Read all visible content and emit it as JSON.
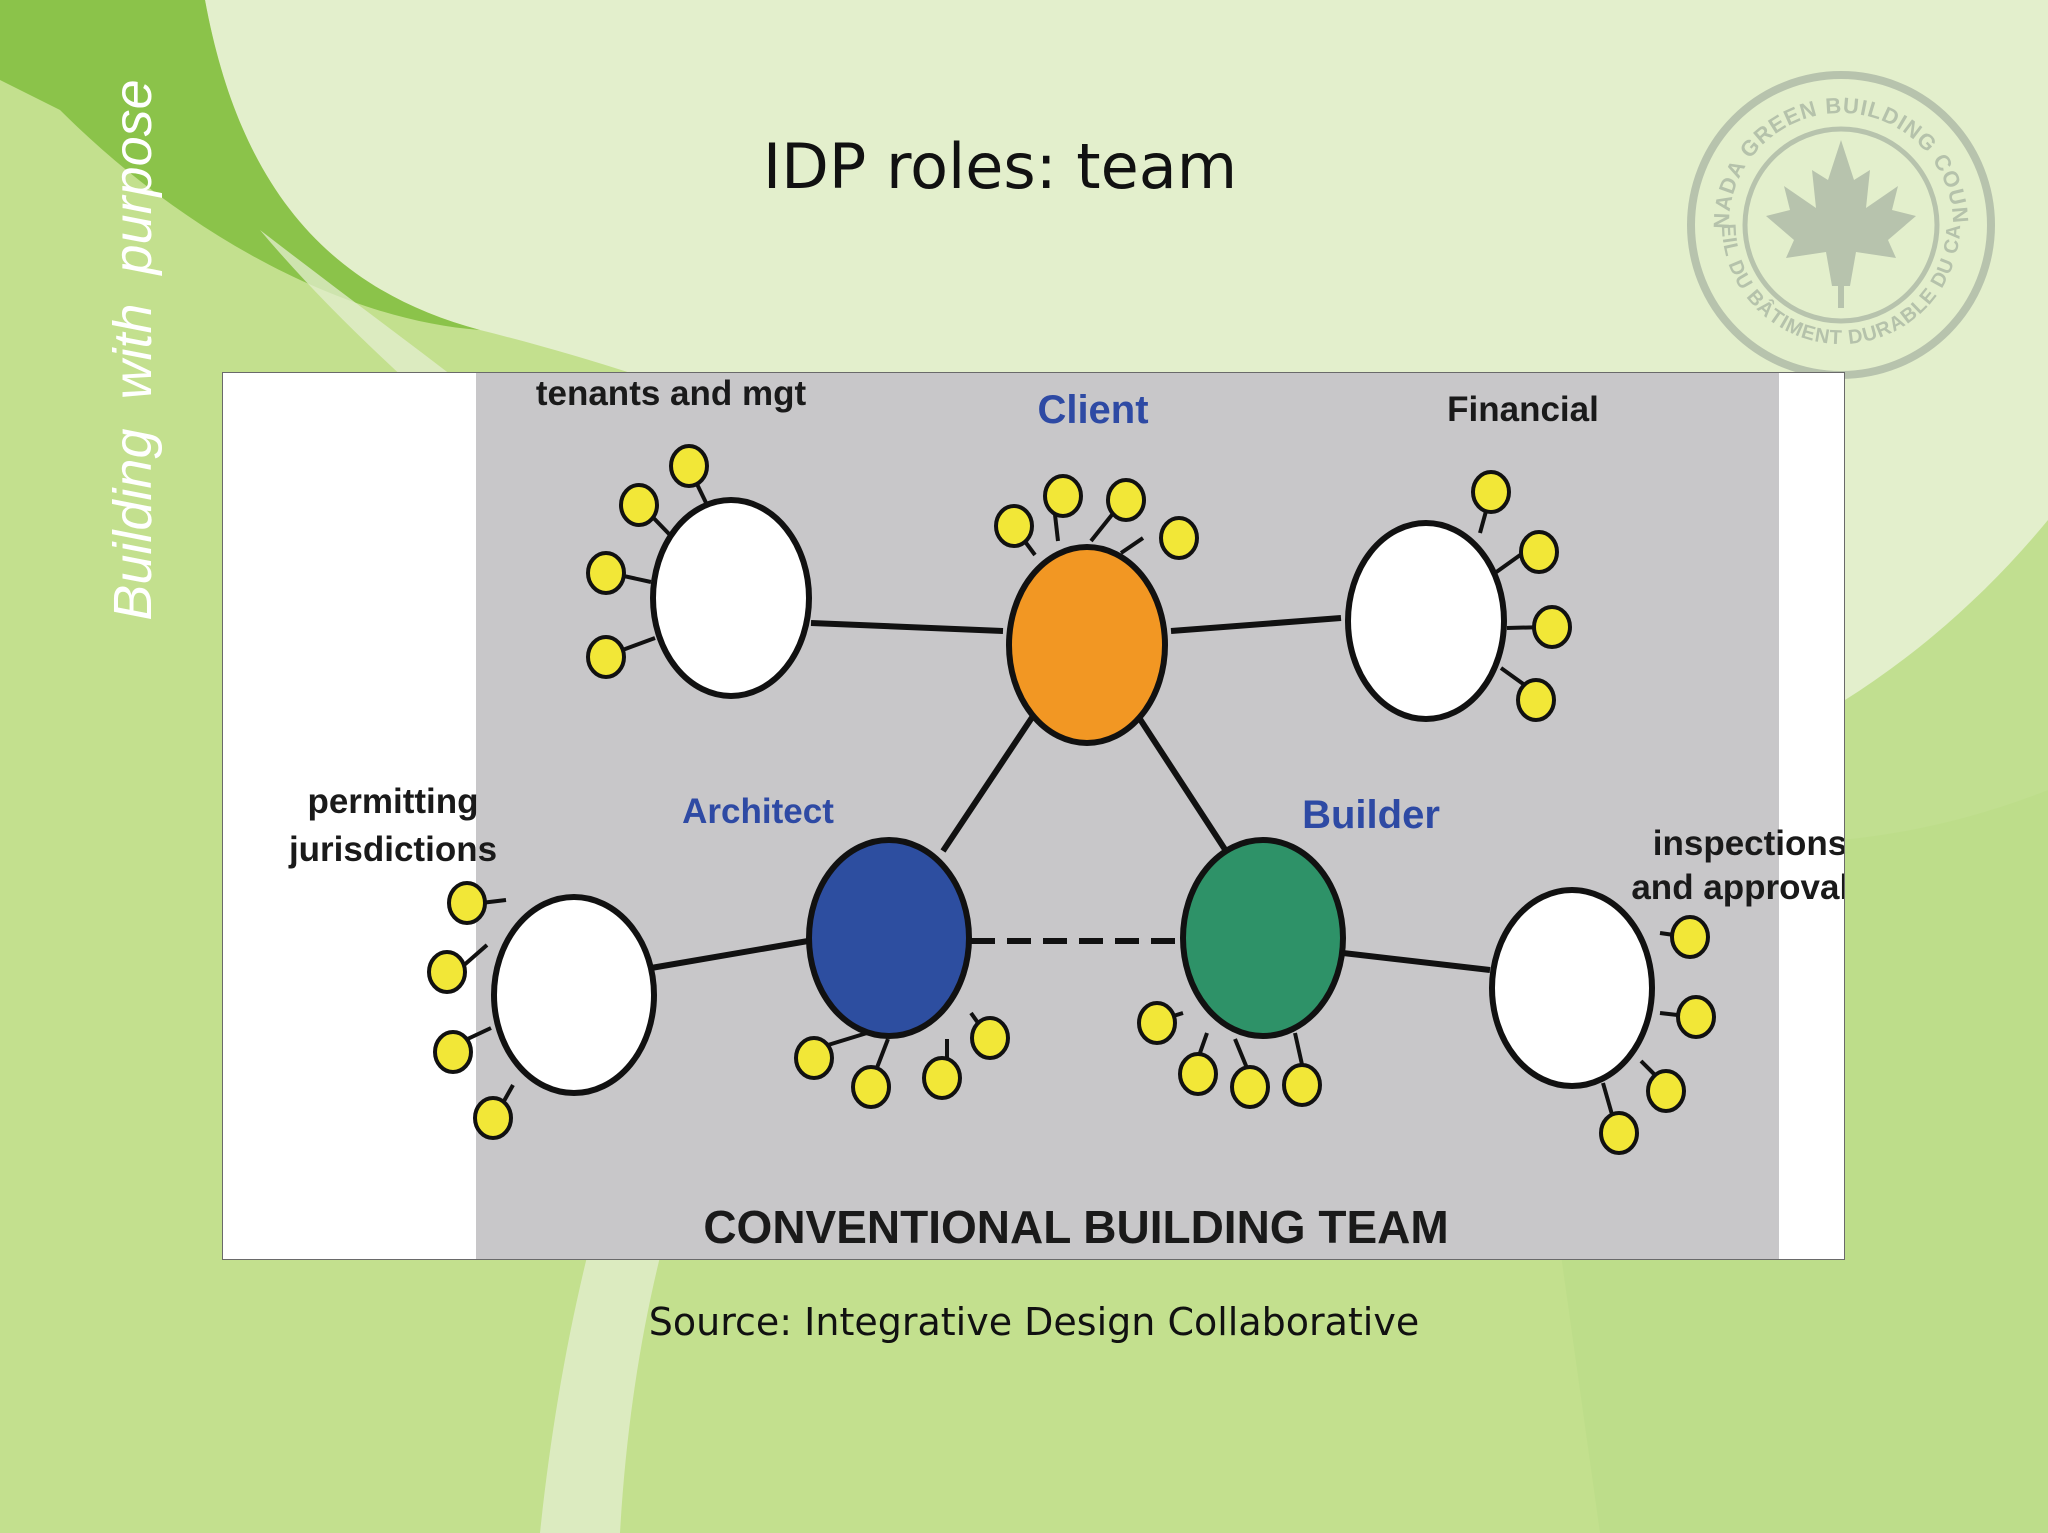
{
  "sidebar": {
    "tagline": "Building  with purpose"
  },
  "slide": {
    "title": "IDP roles: team",
    "source": "Source: Integrative Design Collaborative"
  },
  "logo": {
    "text_top": "CANADA GREEN BUILDING COUNCIL",
    "text_bottom": "CONSEIL DU BÂTIMENT DURABLE DU CANADA"
  },
  "diagram": {
    "caption": "CONVENTIONAL BUILDING TEAM",
    "nodes": {
      "client": {
        "label": "Client",
        "color": "#f29723"
      },
      "tenants": {
        "label": "tenants and mgt"
      },
      "financial": {
        "label": "Financial"
      },
      "architect": {
        "label": "Architect",
        "color": "#2d4ea0"
      },
      "builder": {
        "label": "Builder",
        "color": "#2e9268"
      },
      "permitting": {
        "label_line1": "permitting",
        "label_line2": "jurisdictions"
      },
      "inspections": {
        "label_line1": "inspections",
        "label_line2": "and approvals"
      }
    },
    "colors": {
      "panel": "#c8c7c9",
      "satellite": "#f2e737",
      "blue_label": "#2e4aa4",
      "black_label": "#1a1a1a"
    }
  }
}
